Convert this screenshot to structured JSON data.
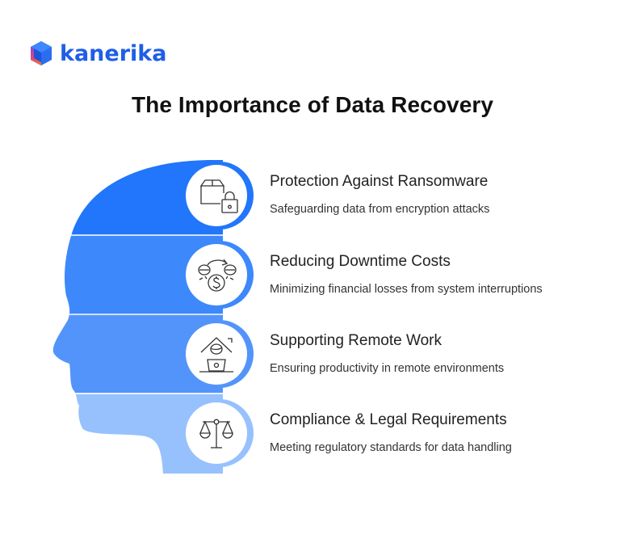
{
  "brand": {
    "name": "kanerika",
    "color": "#1f5ee6"
  },
  "title": "The Importance of Data Recovery",
  "colors": {
    "band_1": "#2176fb",
    "band_2": "#3d88fb",
    "band_3": "#5394fb",
    "band_4": "#97c1fd",
    "icon_stroke": "#333333"
  },
  "items": [
    {
      "title": "Protection Against Ransomware",
      "description": "Safeguarding data from encryption attacks",
      "icon": "box-lock-icon"
    },
    {
      "title": "Reducing Downtime Costs",
      "description": "Minimizing financial losses from system interruptions",
      "icon": "money-cycle-icon"
    },
    {
      "title": "Supporting Remote Work",
      "description": "Ensuring productivity in remote environments",
      "icon": "home-laptop-icon"
    },
    {
      "title": "Compliance & Legal Requirements",
      "description": "Meeting regulatory standards for data handling",
      "icon": "scales-icon"
    }
  ]
}
